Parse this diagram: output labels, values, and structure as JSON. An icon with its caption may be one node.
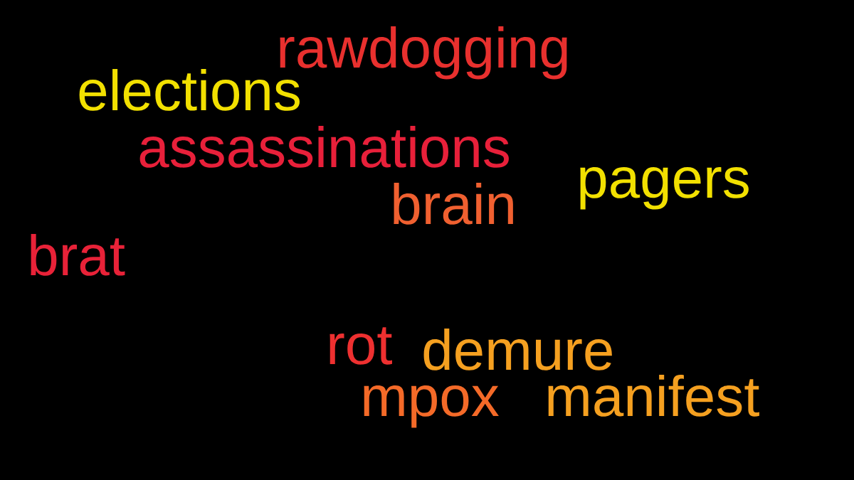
{
  "diagram": {
    "labels": [
      "rawdogging",
      "elections",
      "assassinations",
      "pagers",
      "brain",
      "brat",
      "rot",
      "demure",
      "mpox",
      "manifest"
    ]
  }
}
